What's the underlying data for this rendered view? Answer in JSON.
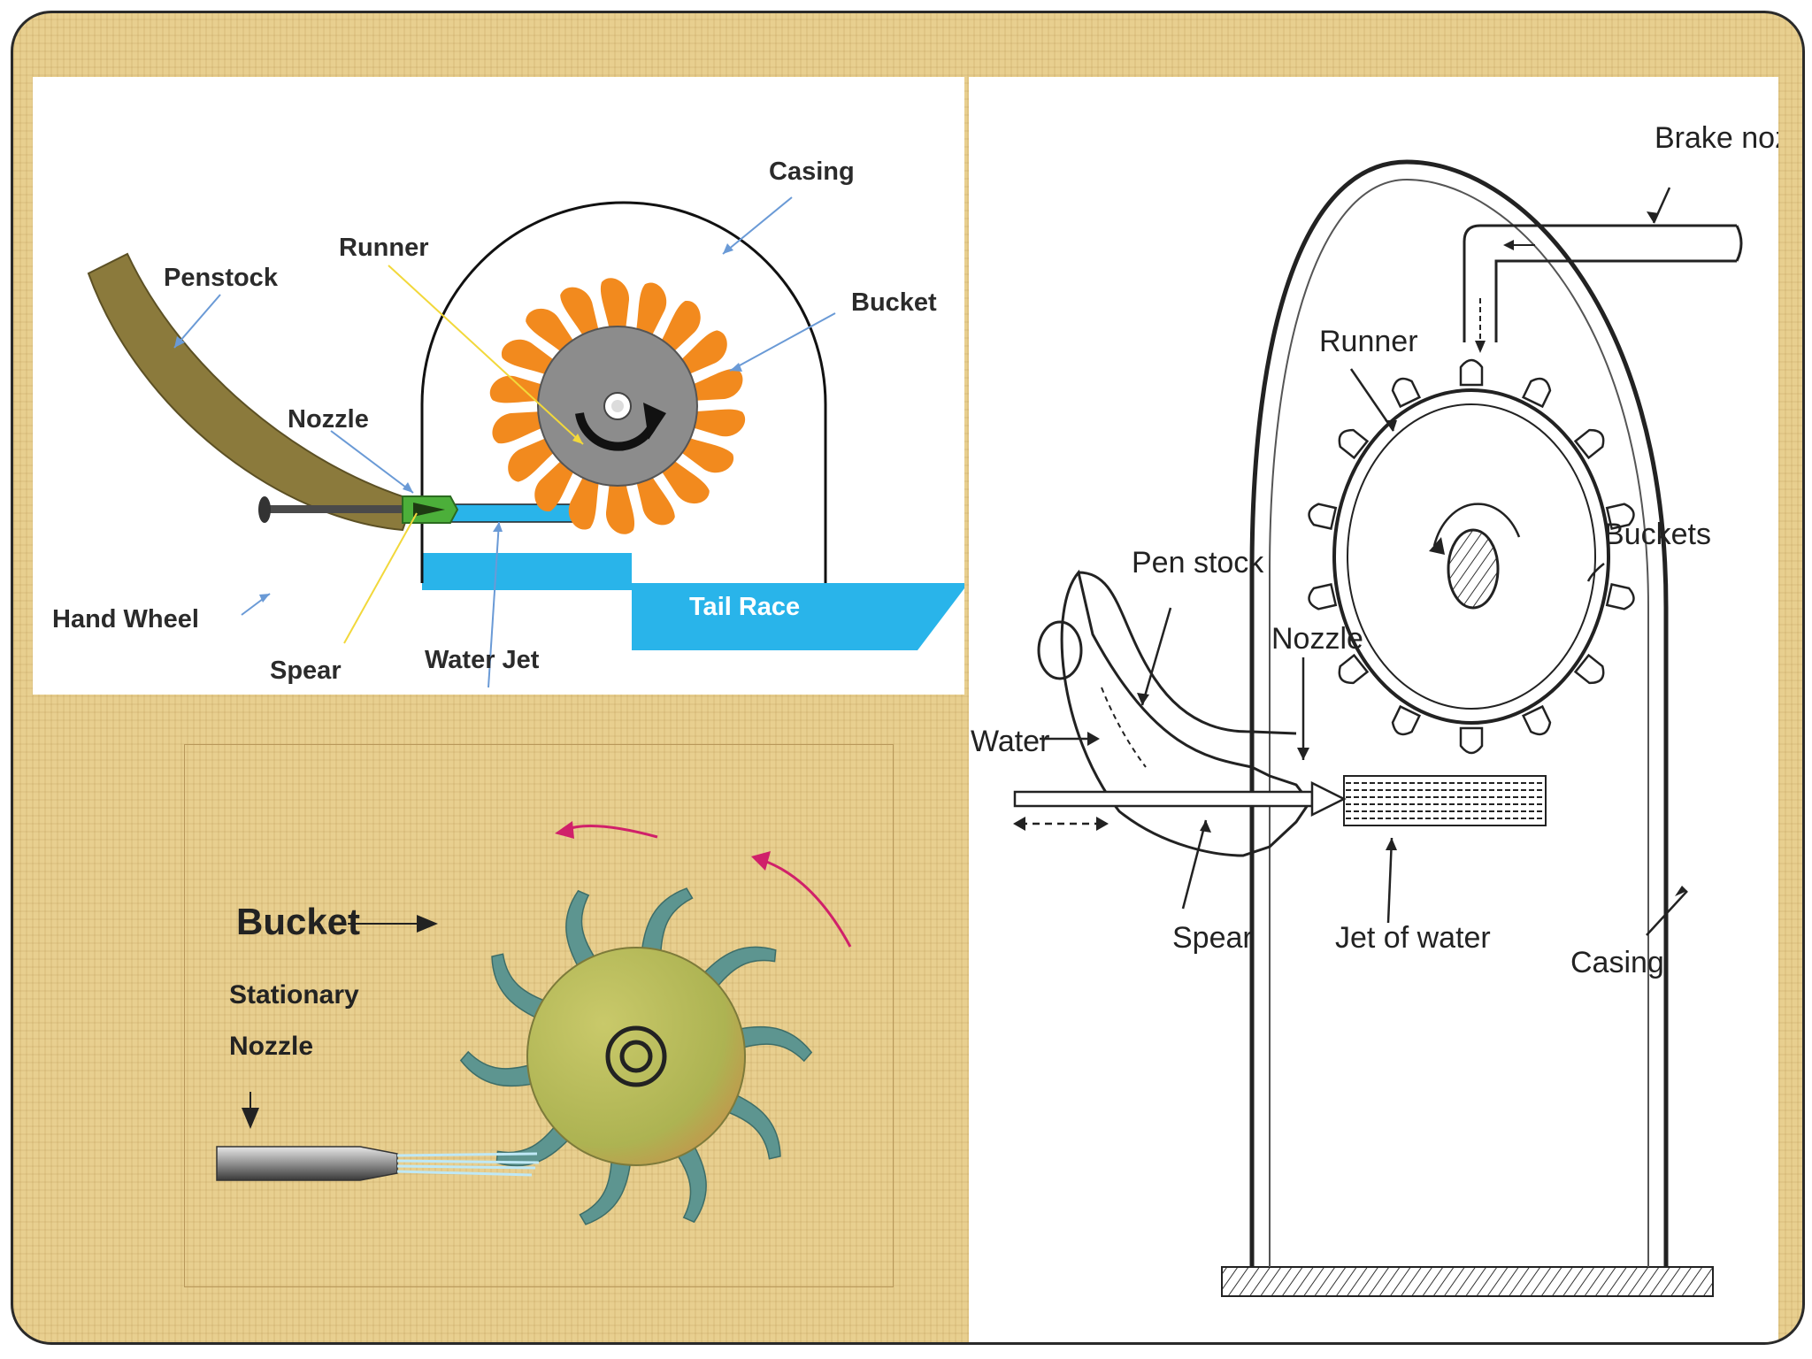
{
  "panel_a": {
    "labels": {
      "casing": "Casing",
      "runner": "Runner",
      "penstock": "Penstock",
      "bucket": "Bucket",
      "nozzle": "Nozzle",
      "hand_wheel": "Hand Wheel",
      "spear": "Spear",
      "water_jet": "Water Jet",
      "tail_race": "Tail Race"
    },
    "colors": {
      "penstock": "#8b7a3c",
      "bucket": "#f28a1e",
      "runner": "#8c8c8c",
      "water": "#29b4ea",
      "nozzle": "#4caf3a",
      "leader": "#6a9ad6"
    }
  },
  "panel_b": {
    "labels": {
      "brake_nozzle": "Brake nozzle",
      "runner": "Runner",
      "buckets": "Buckets",
      "pen_stock": "Pen stock",
      "nozzle": "Nozzle",
      "water": "Water",
      "spear": "Spear",
      "jet_of_water": "Jet of water",
      "casing": "Casing"
    }
  },
  "panel_c": {
    "labels": {
      "bucket": "Bucket",
      "stationary": "Stationary",
      "nozzle": "Nozzle"
    },
    "colors": {
      "bucket": "#5d9590",
      "wheel": "#b7bb56",
      "arrow": "#d0206a"
    }
  }
}
